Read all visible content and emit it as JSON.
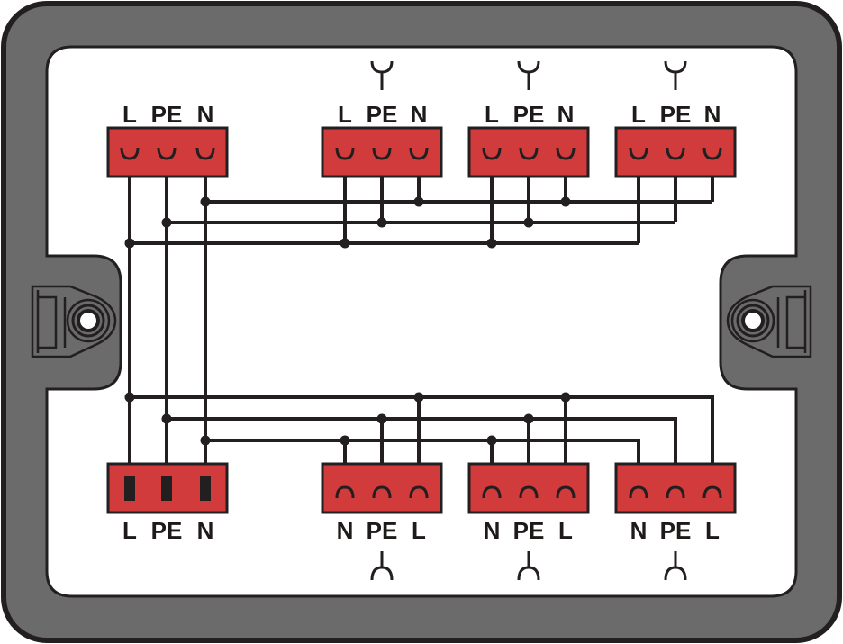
{
  "diagram": {
    "title": "Distribution box wiring schematic",
    "colors": {
      "housing": "#6b6b6b",
      "outline": "#231f20",
      "interior": "#ffffff",
      "connector": "#d13b3b",
      "wire": "#231f20"
    },
    "input": {
      "name": "input-connector",
      "kind": "plug",
      "pins": [
        "L",
        "PE",
        "N"
      ]
    },
    "outputs_top": [
      {
        "name": "output-top-1",
        "kind": "socket",
        "pins": [
          "L",
          "PE",
          "N"
        ],
        "symbol": "socket-symbol-up"
      },
      {
        "name": "output-top-2",
        "kind": "socket",
        "pins": [
          "L",
          "PE",
          "N"
        ],
        "symbol": "socket-symbol-up"
      },
      {
        "name": "output-top-3",
        "kind": "socket",
        "pins": [
          "L",
          "PE",
          "N"
        ],
        "symbol": "socket-symbol-up"
      }
    ],
    "feed_top": {
      "name": "feed-connector-top",
      "kind": "socket",
      "pins": [
        "L",
        "PE",
        "N"
      ]
    },
    "outputs_bottom": [
      {
        "name": "output-bottom-1",
        "kind": "plug",
        "pins": [
          "N",
          "PE",
          "L"
        ],
        "symbol": "plug-symbol-down"
      },
      {
        "name": "output-bottom-2",
        "kind": "plug",
        "pins": [
          "N",
          "PE",
          "L"
        ],
        "symbol": "plug-symbol-down"
      },
      {
        "name": "output-bottom-3",
        "kind": "plug",
        "pins": [
          "N",
          "PE",
          "L"
        ],
        "symbol": "plug-symbol-down"
      }
    ],
    "buses": [
      "L",
      "PE",
      "N"
    ]
  }
}
